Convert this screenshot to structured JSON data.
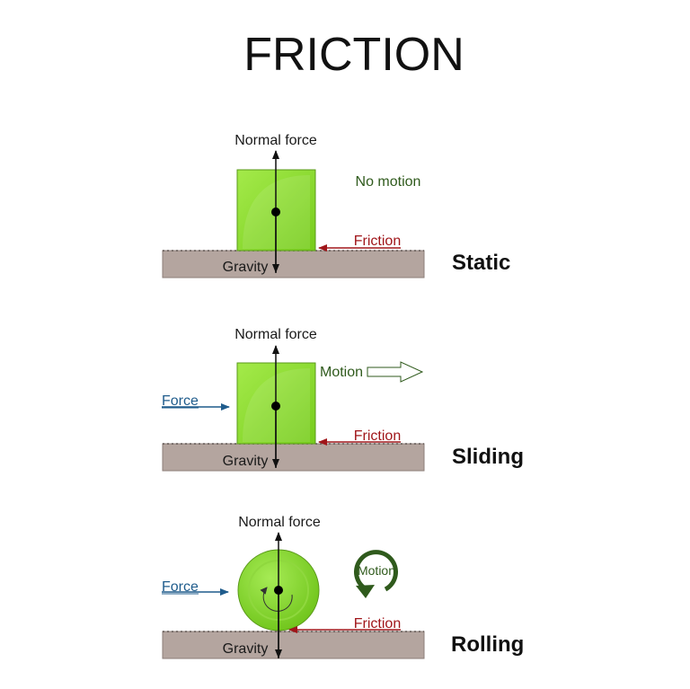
{
  "title": "FRICTION",
  "cases": [
    {
      "name": "Static",
      "normal_force": "Normal force",
      "gravity": "Gravity",
      "friction": "Friction",
      "motion": "No motion"
    },
    {
      "name": "Sliding",
      "normal_force": "Normal force",
      "gravity": "Gravity",
      "friction": "Friction",
      "motion": "Motion",
      "force": "Force"
    },
    {
      "name": "Rolling",
      "normal_force": "Normal force",
      "gravity": "Gravity",
      "friction": "Friction",
      "motion": "Motion",
      "force": "Force"
    }
  ],
  "colors": {
    "block_green": "#7ed321",
    "ground": "#b4a59f",
    "friction_arrow": "#a0161a",
    "force_arrow": "#1f5c8c",
    "motion_text": "#2f5a1c"
  }
}
